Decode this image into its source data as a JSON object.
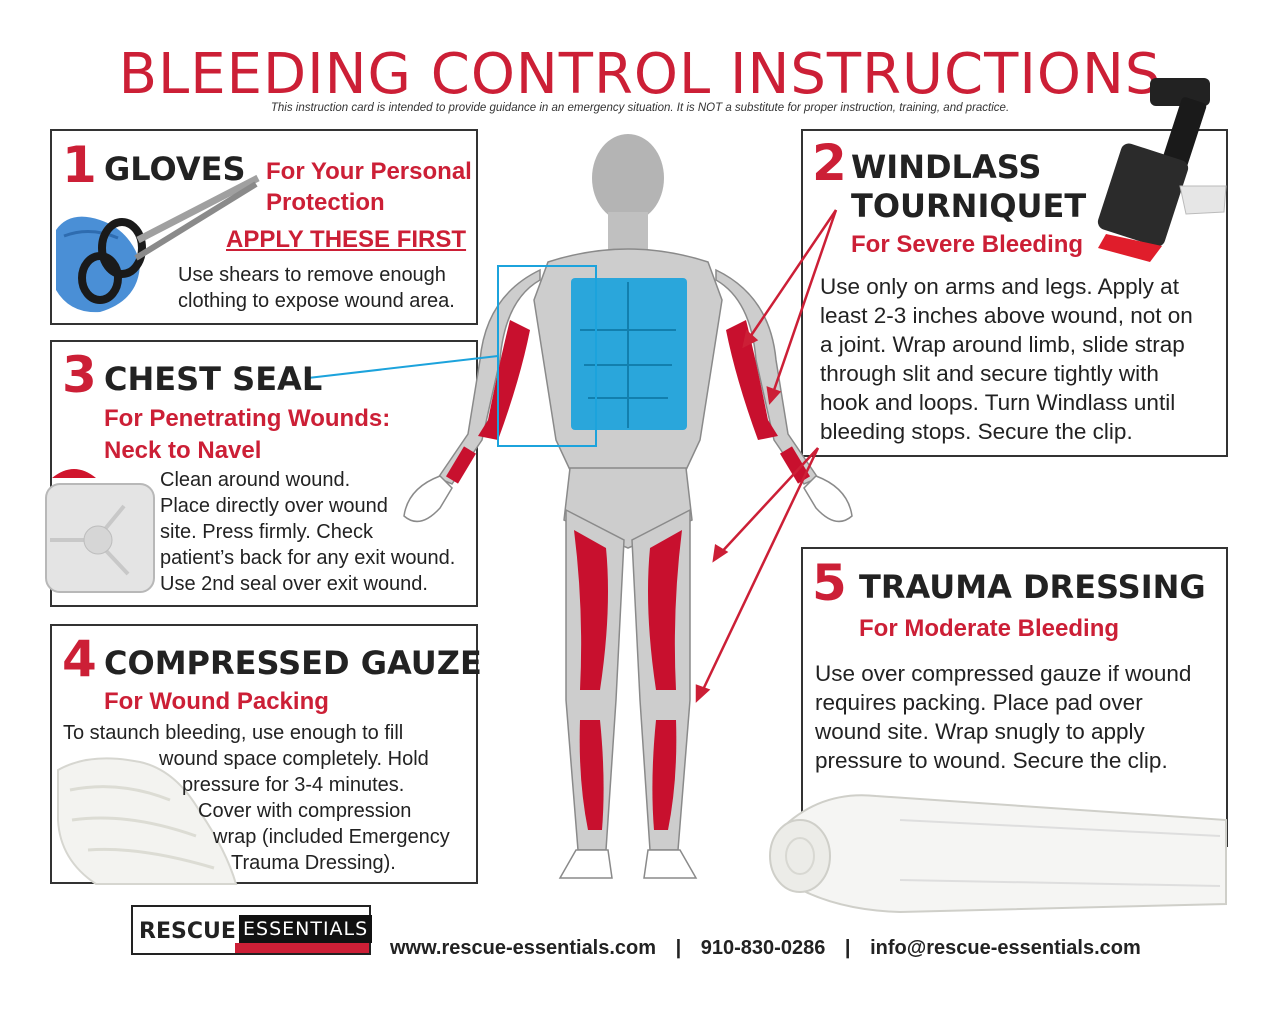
{
  "title": "BLEEDING CONTROL INSTRUCTIONS",
  "disclaimer": "This instruction card is intended to provide guidance in an emergency situation. It is NOT a substitute for proper instruction, training, and practice.",
  "sections": {
    "gloves": {
      "number": "1",
      "heading": "GLOVES",
      "subtitle_line1": "For Your Personal",
      "subtitle_line2": "Protection",
      "note": "APPLY THESE FIRST",
      "body_line1": "Use shears to remove enough",
      "body_line2": "clothing to expose wound area."
    },
    "tourniquet": {
      "number": "2",
      "heading_line1": "WINDLASS",
      "heading_line2": "TOURNIQUET",
      "subtitle": "For Severe Bleeding",
      "body_lines": [
        "Use only on arms and legs. Apply at",
        "least 2-3 inches above wound, not on",
        "a joint. Wrap around limb, slide strap",
        "through slit and secure tightly with",
        "hook and loops. Turn Windlass until",
        "bleeding stops. Secure the clip."
      ]
    },
    "chest_seal": {
      "number": "3",
      "heading": "CHEST SEAL",
      "subtitle_line1": "For Penetrating Wounds:",
      "subtitle_line2": "Neck to Navel",
      "body_lines": [
        "Clean around wound.",
        "Place directly over wound",
        "site. Press firmly. Check",
        "patient’s back for any exit wound.",
        "Use 2nd seal over exit wound."
      ]
    },
    "gauze": {
      "number": "4",
      "heading": "COMPRESSED GAUZE",
      "subtitle": "For Wound Packing",
      "body_lines": [
        "To staunch bleeding, use enough to fill",
        "wound space completely. Hold",
        "pressure for 3-4 minutes.",
        "Cover with compression",
        "wrap (included Emergency",
        "Trauma Dressing)."
      ]
    },
    "dressing": {
      "number": "5",
      "heading": "TRAUMA DRESSING",
      "subtitle": "For Moderate Bleeding",
      "body_lines": [
        "Use over compressed gauze if wound",
        "requires packing. Place pad over",
        "wound site. Wrap snugly to apply",
        "pressure to wound. Secure the clip."
      ]
    }
  },
  "logo": {
    "word1": "RESCUE",
    "word2": "ESSENTIALS"
  },
  "footer": {
    "website": "www.rescue-essentials.com",
    "phone": "910-830-0286",
    "email": "info@rescue-essentials.com",
    "separator": "|"
  },
  "colors": {
    "accent": "#cc1f36",
    "chest_highlight": "#1ca3dc",
    "body_gray": "#c8c8c8"
  }
}
